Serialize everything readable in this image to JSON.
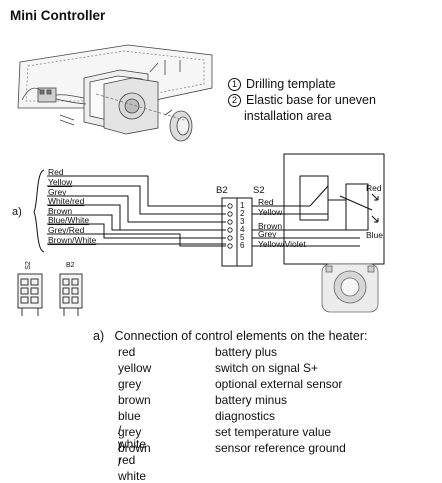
{
  "title": "Mini Controller",
  "legend": [
    {
      "num": "1",
      "lines": [
        "Drilling template"
      ]
    },
    {
      "num": "2",
      "lines": [
        "Elastic base for uneven",
        "installation area"
      ]
    }
  ],
  "left_wires": [
    "Red",
    "Yellow",
    "Grey",
    "White/red",
    "Brown",
    "Blue/White",
    "Grey/Red",
    "Brown/White"
  ],
  "section_marker": "a)",
  "header_b2": "B2",
  "header_s2": "S2",
  "pins": [
    "1",
    "2",
    "3",
    "4",
    "5",
    "6"
  ],
  "right_wires": [
    "Red",
    "Yellow",
    "Brown",
    "Grey",
    "Yellow/Violet"
  ],
  "sensor_labels": {
    "top": "Red",
    "bottom": "Blue"
  },
  "connector_labels": [
    "S2",
    "B2"
  ],
  "caption": {
    "marker": "a)",
    "text": "Connection of control elements on the heater:"
  },
  "connections": [
    {
      "color": "red",
      "function": "battery plus"
    },
    {
      "color": "yellow",
      "function": "switch on signal S+"
    },
    {
      "color": "grey",
      "function": "optional external sensor"
    },
    {
      "color": "brown",
      "function": "battery minus"
    },
    {
      "color": "blue / white",
      "function": "diagnostics"
    },
    {
      "color": "grey / red",
      "function": "set temperature value"
    },
    {
      "color": "brown / white",
      "function": "sensor reference ground"
    }
  ]
}
